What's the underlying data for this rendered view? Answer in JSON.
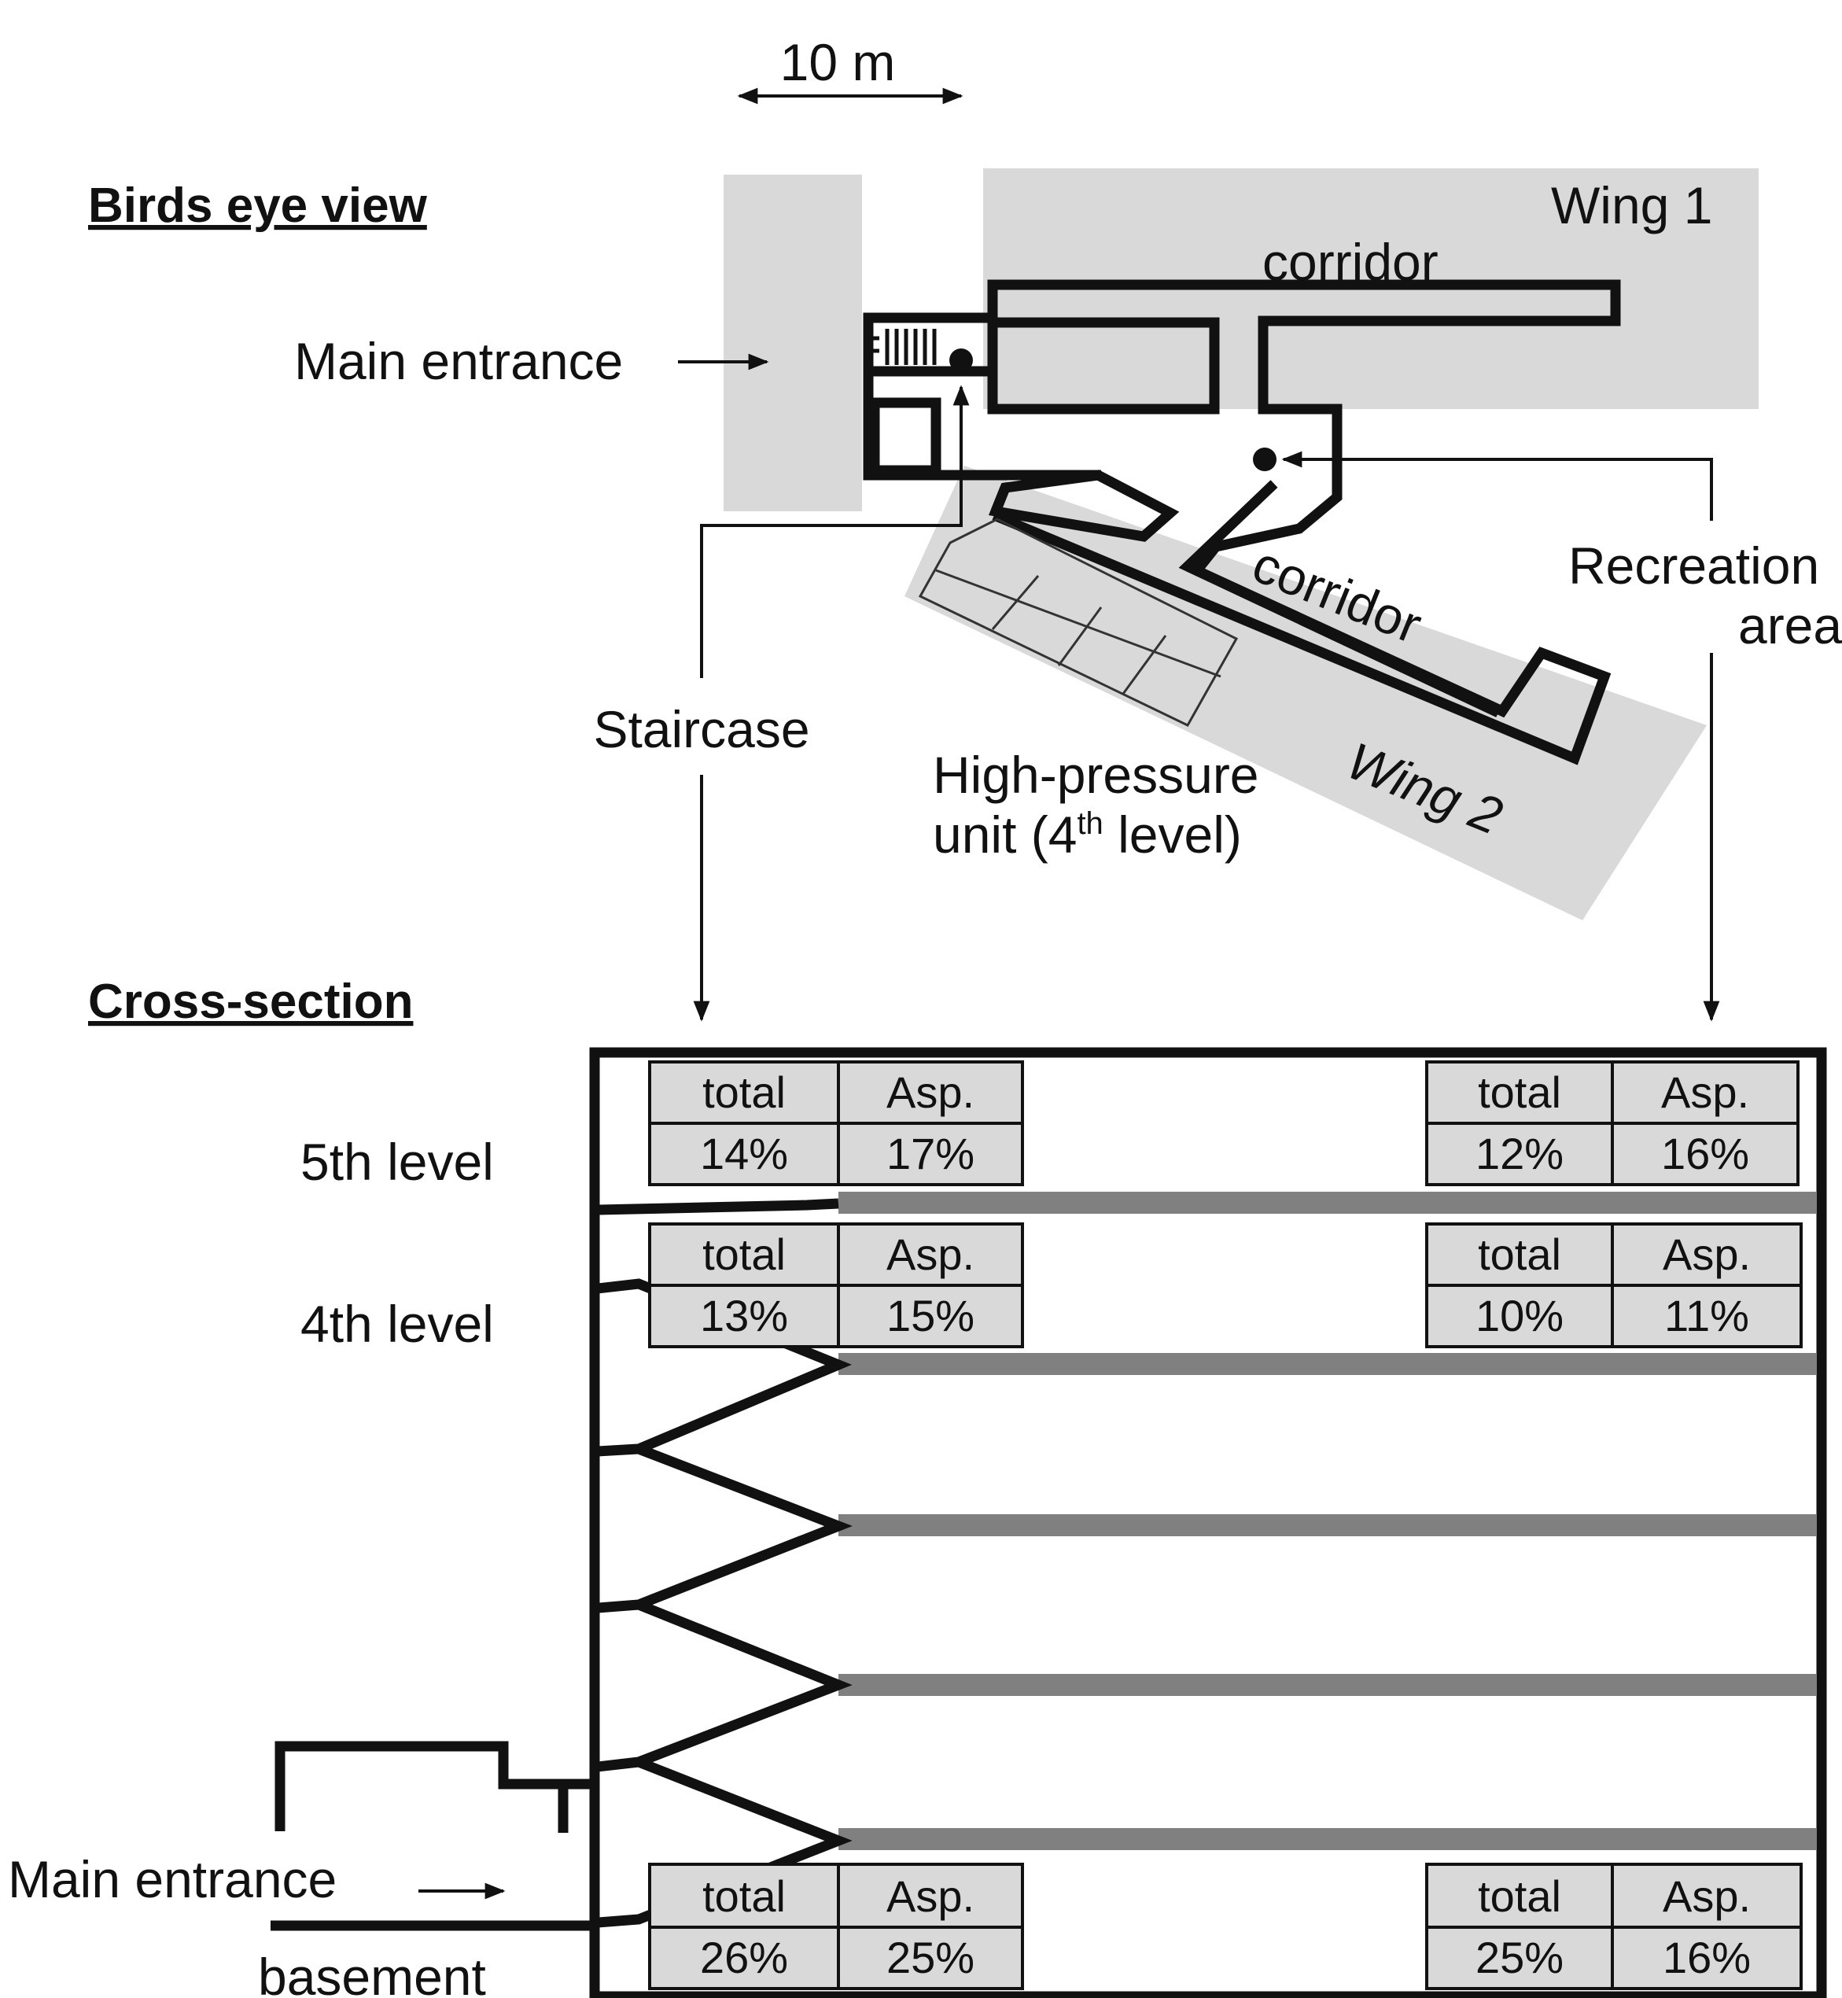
{
  "scale": {
    "label": "10 m"
  },
  "birds_eye": {
    "heading": "Birds eye view",
    "labels": {
      "wing1": "Wing 1",
      "wing2": "Wing 2",
      "corridor_top": "corridor",
      "corridor_bottom": "corridor",
      "main_entrance": "Main entrance",
      "recreation_line1": "Recreation",
      "recreation_line2": "area",
      "staircase": "Staircase",
      "high_pressure_line1": "High-pressure",
      "high_pressure_line2_prefix": "unit (4",
      "high_pressure_sup": "th",
      "high_pressure_line2_suffix": " level)"
    }
  },
  "cross_section": {
    "heading": "Cross-section",
    "main_entrance": "Main entrance",
    "levels": [
      {
        "name": "5th level",
        "staircase": {
          "total_label": "total",
          "total": "14%",
          "asp_label": "Asp.",
          "asp": "17%"
        },
        "recreation": {
          "total_label": "total",
          "total": "12%",
          "asp_label": "Asp.",
          "asp": "16%"
        }
      },
      {
        "name": "4th level",
        "staircase": {
          "total_label": "total",
          "total": "13%",
          "asp_label": "Asp.",
          "asp": "15%"
        },
        "recreation": {
          "total_label": "total",
          "total": "10%",
          "asp_label": "Asp.",
          "asp": "11%"
        }
      },
      {
        "name": "basement",
        "staircase": {
          "total_label": "total",
          "total": "26%",
          "asp_label": "Asp.",
          "asp": "25%"
        },
        "recreation": {
          "total_label": "total",
          "total": "25%",
          "asp_label": "Asp.",
          "asp": "16%"
        }
      }
    ]
  },
  "colors": {
    "shade": "#d9d9d9",
    "floor_slab": "#808080",
    "wall": "#111111"
  }
}
